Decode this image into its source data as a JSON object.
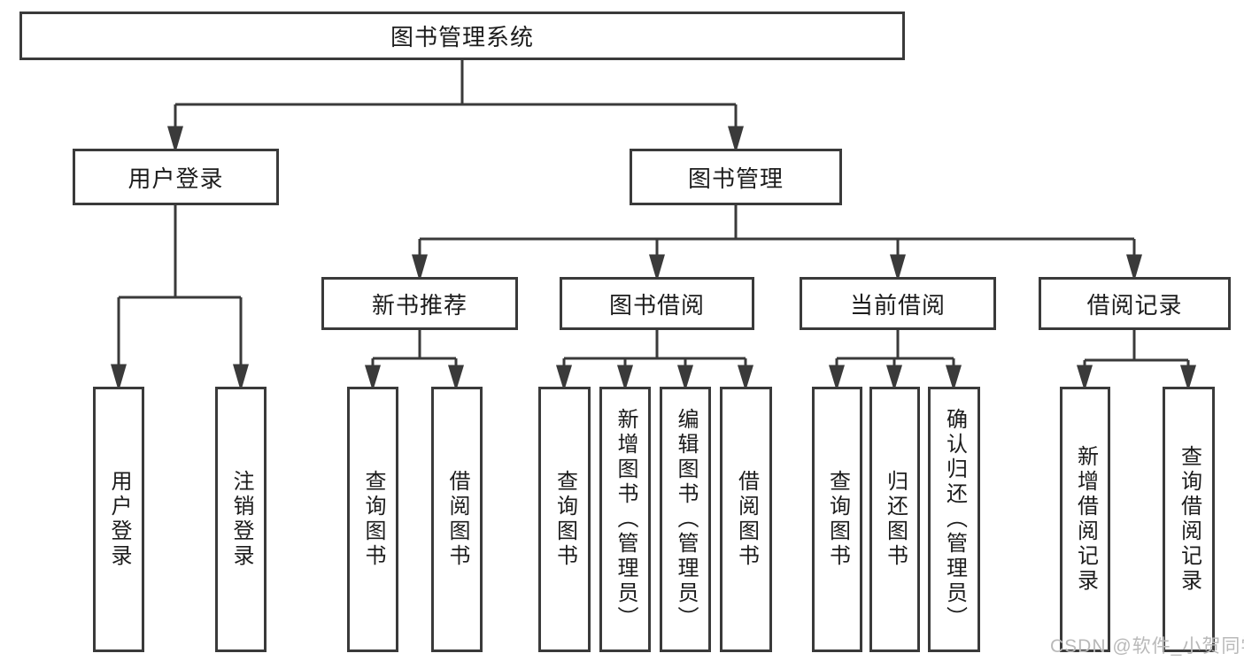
{
  "tree": {
    "root": {
      "label": "图书管理系统",
      "children": [
        {
          "label": "用户登录",
          "children": [
            {
              "label": "用户登录"
            },
            {
              "label": "注销登录"
            }
          ]
        },
        {
          "label": "图书管理",
          "children": [
            {
              "label": "新书推荐",
              "children": [
                {
                  "label": "查询图书"
                },
                {
                  "label": "借阅图书"
                }
              ]
            },
            {
              "label": "图书借阅",
              "children": [
                {
                  "label": "查询图书"
                },
                {
                  "label": "新增图书（管理员）"
                },
                {
                  "label": "编辑图书（管理员）"
                },
                {
                  "label": "借阅图书"
                }
              ]
            },
            {
              "label": "当前借阅",
              "children": [
                {
                  "label": "查询图书"
                },
                {
                  "label": "归还图书"
                },
                {
                  "label": "确认归还（管理员）"
                }
              ]
            },
            {
              "label": "借阅记录",
              "children": [
                {
                  "label": "新增借阅记录"
                },
                {
                  "label": "查询借阅记录"
                }
              ]
            }
          ]
        }
      ]
    }
  },
  "watermark": {
    "text": "CSDN @软件_小贺同学"
  },
  "colors": {
    "line": "#3a3a3a",
    "text": "#1c1c1c",
    "watermark": "#b9b9b9",
    "background": "#ffffff"
  }
}
